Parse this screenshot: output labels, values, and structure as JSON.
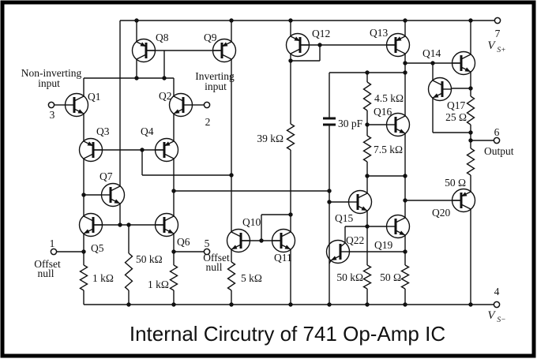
{
  "title": "Internal Circutry of 741 Op-Amp IC",
  "transistors": {
    "q1": "Q1",
    "q2": "Q2",
    "q3": "Q3",
    "q4": "Q4",
    "q5": "Q5",
    "q6": "Q6",
    "q7": "Q7",
    "q8": "Q8",
    "q9": "Q9",
    "q10": "Q10",
    "q11": "Q11",
    "q12": "Q12",
    "q13": "Q13",
    "q14": "Q14",
    "q15": "Q15",
    "q16": "Q16",
    "q17": "Q17",
    "q19": "Q19",
    "q20": "Q20",
    "q22": "Q22"
  },
  "resistors": {
    "r1": "1 kΩ",
    "r2": "50 kΩ",
    "r3": "1 kΩ",
    "r4": "5 kΩ",
    "r5": "39 kΩ",
    "r6": "4.5 kΩ",
    "r7": "7.5 kΩ",
    "r8": "25 Ω",
    "r9": "50 Ω",
    "r10": "50 kΩ",
    "r11": "50 Ω"
  },
  "capacitors": {
    "c1": "30 pF"
  },
  "pins": {
    "pin1": {
      "number": "1",
      "label_line1": "Offset",
      "label_line2": "null"
    },
    "pin2": {
      "number": "2",
      "label_line1": "Inverting",
      "label_line2": "input"
    },
    "pin3": {
      "number": "3",
      "label_line1": "Non-inverting",
      "label_line2": "input"
    },
    "pin4": {
      "number": "4",
      "label": "V",
      "sub": "S−"
    },
    "pin5": {
      "number": "5",
      "label_line1": "Offset",
      "label_line2": "null"
    },
    "pin6": {
      "number": "6",
      "label": "Output"
    },
    "pin7": {
      "number": "7",
      "label": "V",
      "sub": "S+"
    }
  }
}
